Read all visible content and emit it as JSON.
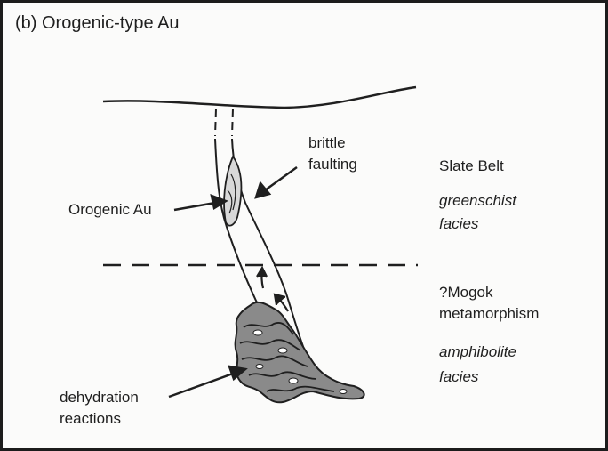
{
  "title": "(b) Orogenic-type Au",
  "labels": {
    "brittle": [
      "brittle",
      "faulting"
    ],
    "orogenic_au": "Orogenic Au",
    "dehydration": [
      "dehydration",
      "reactions"
    ]
  },
  "zones": {
    "upper_name": "Slate Belt",
    "upper_facies": [
      "greenschist",
      "facies"
    ],
    "lower_name": [
      "?Mogok",
      "metamorphism"
    ],
    "lower_facies": [
      "amphibolite",
      "facies"
    ]
  },
  "colors": {
    "ink": "#1f1f1f",
    "source_rock_fill": "#8a8a8a",
    "background": "#fbfbfa"
  }
}
